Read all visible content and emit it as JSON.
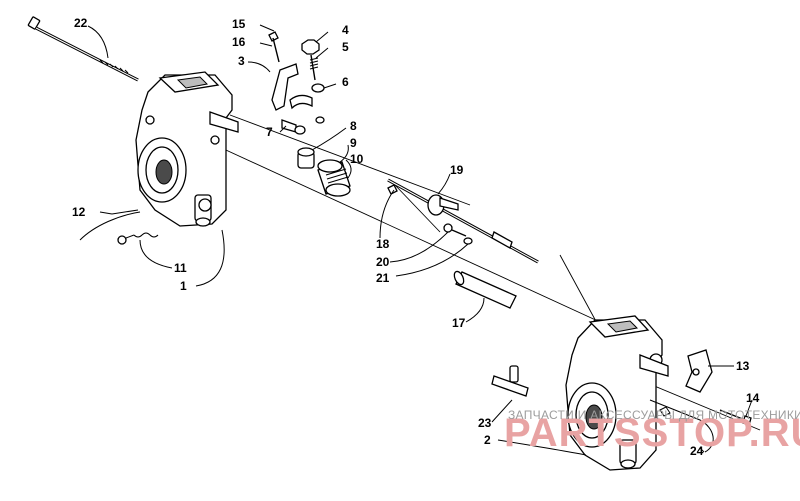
{
  "callouts": {
    "c1": "1",
    "c2": "2",
    "c3": "3",
    "c4": "4",
    "c5": "5",
    "c6": "6",
    "c7": "7",
    "c8": "8",
    "c9": "9",
    "c10": "10",
    "c11": "11",
    "c12": "12",
    "c13": "13",
    "c14": "14",
    "c15": "15",
    "c16": "16",
    "c17": "17",
    "c18": "18",
    "c19": "19",
    "c20": "20",
    "c21": "21",
    "c22": "22",
    "c23": "23",
    "c24": "24"
  },
  "watermark": {
    "tagline": "ЗАПЧАСТИ И АКСЕССУАРЫ ДЛЯ МОТОТЕХНИКИ",
    "brand": "PARTSSTOP.RU"
  }
}
